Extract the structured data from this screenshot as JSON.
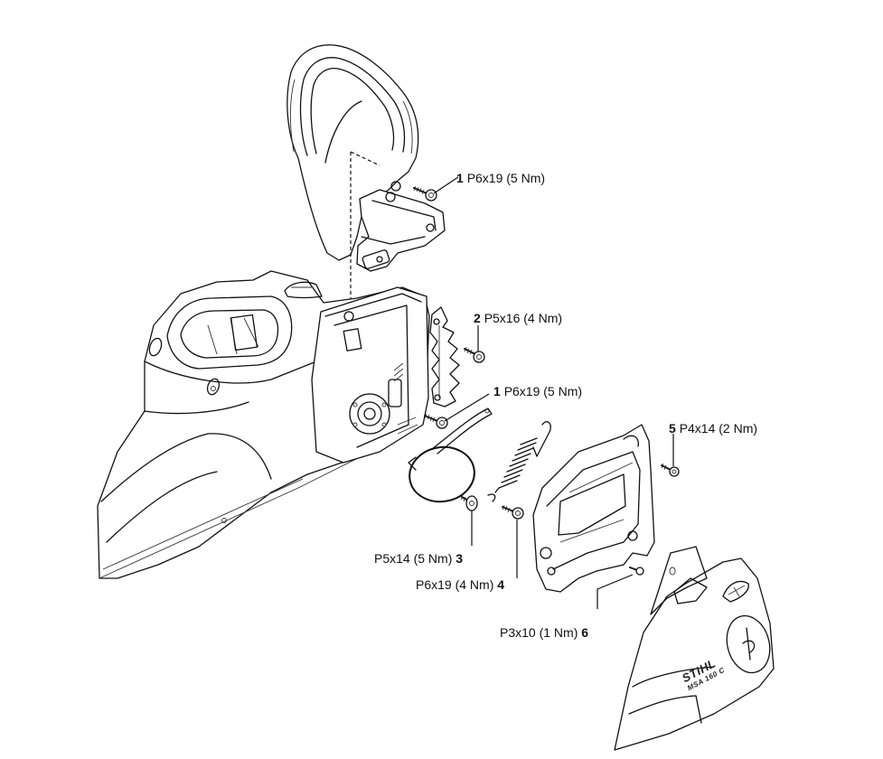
{
  "diagram": {
    "title": "",
    "components": {
      "handle": "front-handle",
      "housing": "motor-housing",
      "bumper": "spiked-bumper",
      "brake_band": "brake-band",
      "spring": "tension-spring",
      "sprocket_cover": "chain-sprocket-cover"
    },
    "logo_text": {
      "brand": "STIHL",
      "model": "MSA 160 C"
    },
    "callouts": [
      {
        "id": "1",
        "spec": "P6x19 (5 Nm)",
        "number_position": "before"
      },
      {
        "id": "2",
        "spec": "P5x16 (4 Nm)",
        "number_position": "before"
      },
      {
        "id": "1",
        "spec": "P6x19 (5 Nm)",
        "number_position": "before"
      },
      {
        "id": "5",
        "spec": "P4x14 (2 Nm)",
        "number_position": "before"
      },
      {
        "id": "3",
        "spec": "P5x14 (5 Nm)",
        "number_position": "after"
      },
      {
        "id": "4",
        "spec": "P6x19 (4 Nm)",
        "number_position": "after"
      },
      {
        "id": "6",
        "spec": "P3x10 (1 Nm)",
        "number_position": "after"
      }
    ]
  }
}
